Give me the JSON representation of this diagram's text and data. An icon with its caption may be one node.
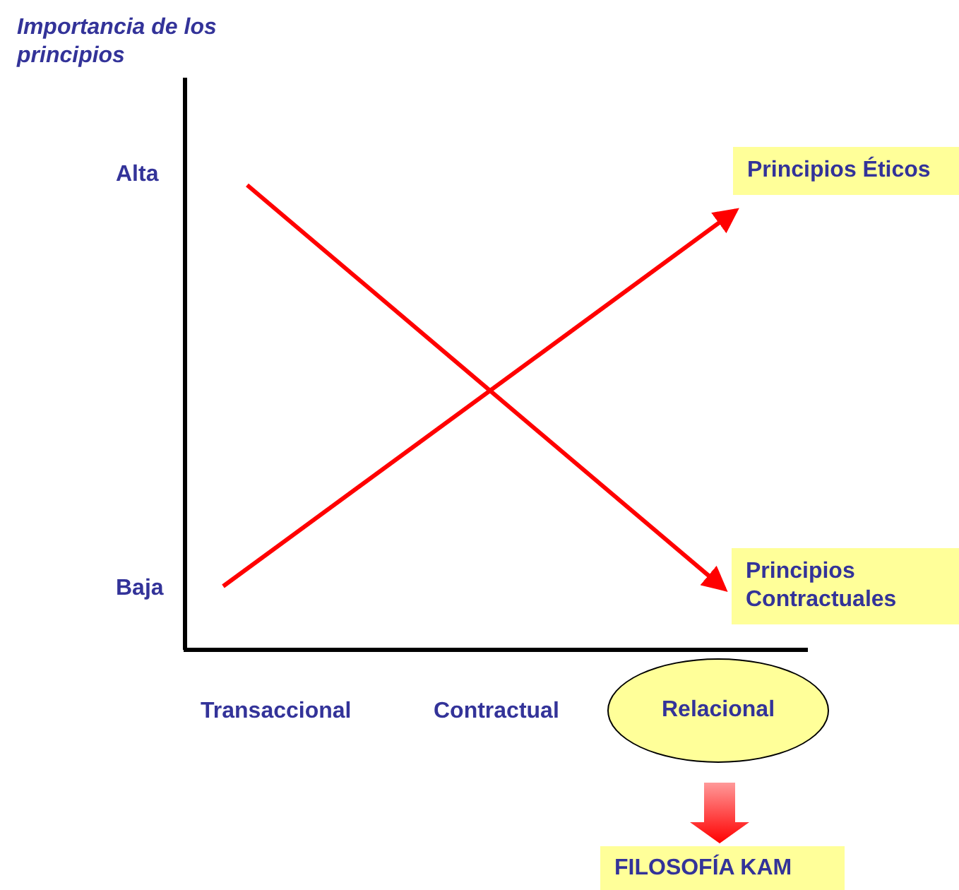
{
  "diagram": {
    "nodes": [
      {
        "text": [
          "Principios Éticos"
        ]
      },
      {
        "text": [
          "Principios Contractuales"
        ]
      },
      {
        "text": [
          "Relacional"
        ]
      },
      {
        "text": [
          "FILOSOFÍA KAM"
        ]
      }
    ],
    "edges": [
      {
        "from": null,
        "to": 0,
        "arrow": "to"
      },
      {
        "from": null,
        "to": 1,
        "arrow": "to"
      },
      {
        "from": 2,
        "to": 3,
        "arrow": "to",
        "style": "thick"
      }
    ],
    "labels": [
      "Importancia de los principios",
      "Alta",
      "Baja",
      "Transaccional",
      "Contractual"
    ]
  }
}
